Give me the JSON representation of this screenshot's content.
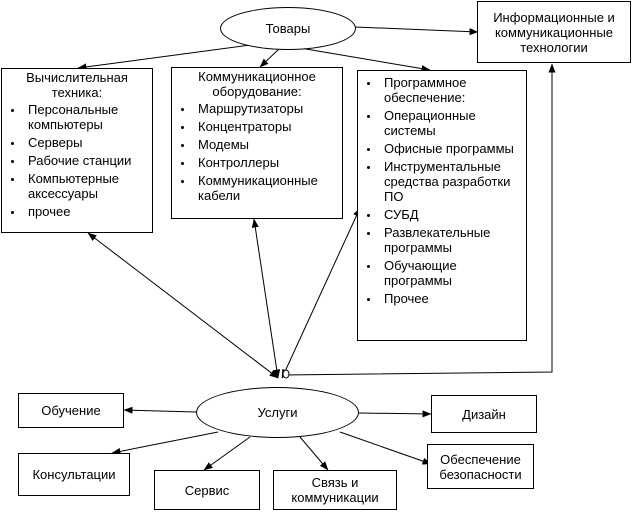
{
  "nodes": {
    "goods": "Товары",
    "ict": "Информационные и коммуникационные технологии",
    "computing": {
      "title": "Вычислительная техника:",
      "items": [
        "Персональные компьютеры",
        "Серверы",
        "Рабочие станции",
        "Компьютерные аксессуары",
        "прочее"
      ]
    },
    "comm_equipment": {
      "title": "Коммуникационное оборудование:",
      "items": [
        "Маршрутизаторы",
        "Концентраторы",
        "Модемы",
        "Контроллеры",
        "Коммуникационные кабели"
      ]
    },
    "software": {
      "title": "Программное обеспечение:",
      "items": [
        "Операционные системы",
        "Офисные программы",
        "Инструментальные средства разработки ПО",
        "СУБД",
        "Развлекательные программы",
        "Обучающие программы",
        "Прочее"
      ]
    },
    "services": "Услуги",
    "training": "Обучение",
    "design": "Дизайн",
    "consulting": "Консультации",
    "service": "Сервис",
    "communication": "Связь и коммуникации",
    "security": "Обеспечение безопасности"
  }
}
